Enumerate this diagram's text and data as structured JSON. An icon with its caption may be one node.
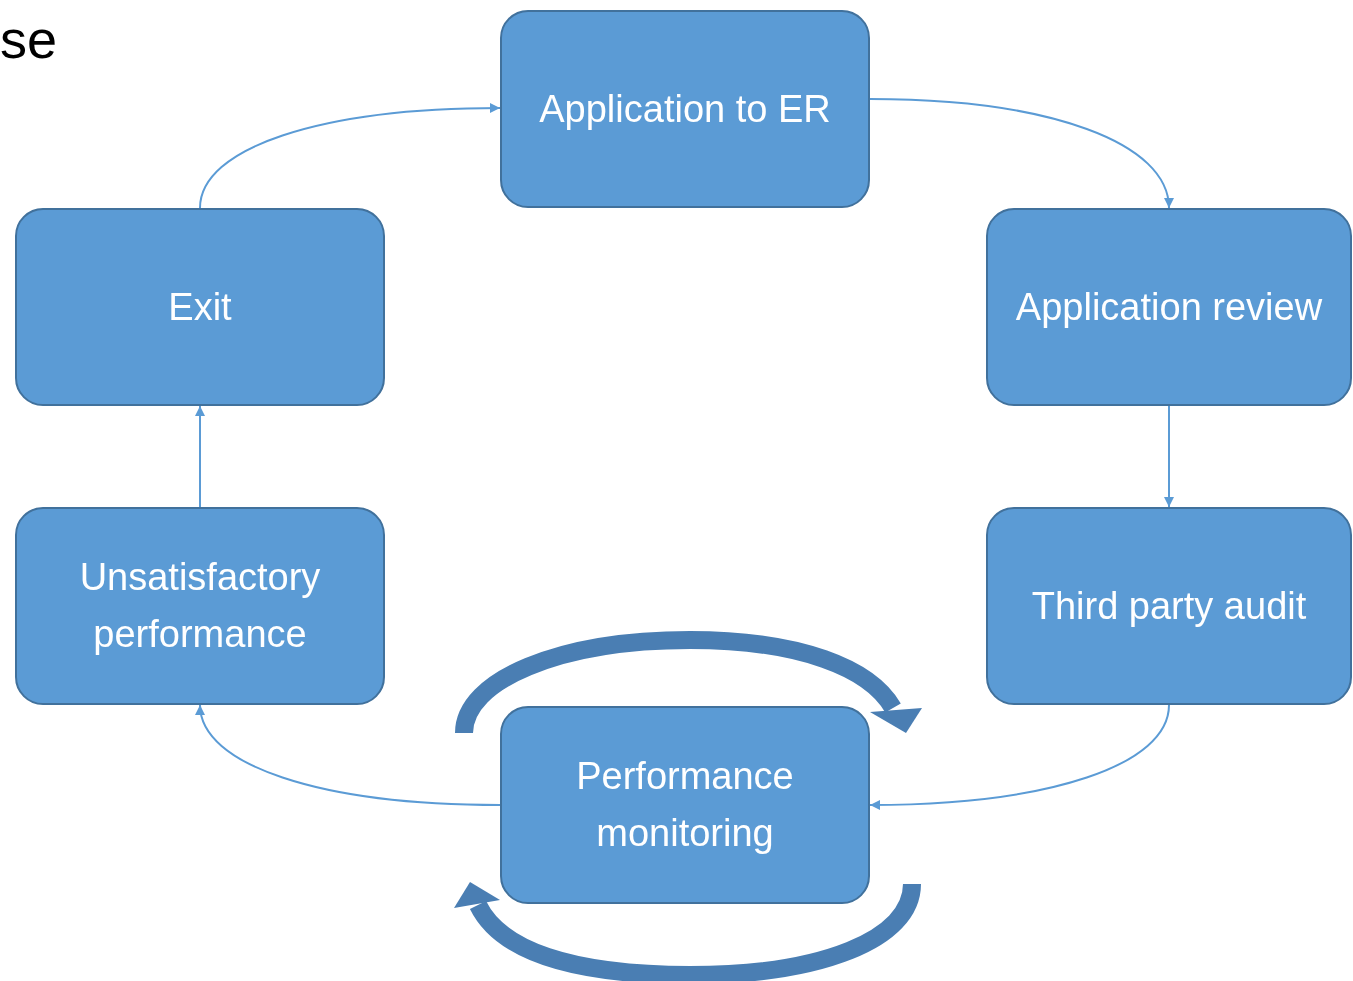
{
  "diagram": {
    "nodes": [
      {
        "text": [
          "Application to ER"
        ]
      },
      {
        "text": [
          "Application review"
        ]
      },
      {
        "text": [
          "Third party audit"
        ]
      },
      {
        "text": [
          "Performance monitoring"
        ]
      },
      {
        "text": [
          "Unsatisfactory performance"
        ]
      },
      {
        "text": [
          "Exit"
        ]
      }
    ],
    "edges": [
      {
        "from": 0,
        "to": 1,
        "arrow": "to"
      },
      {
        "from": 1,
        "to": 2,
        "arrow": "to"
      },
      {
        "from": 2,
        "to": 3,
        "arrow": "to"
      },
      {
        "from": 3,
        "to": 4,
        "arrow": "to"
      },
      {
        "from": 4,
        "to": 5,
        "arrow": "to"
      },
      {
        "from": 5,
        "to": 0,
        "arrow": "to"
      }
    ],
    "labels": [
      "se"
    ]
  }
}
